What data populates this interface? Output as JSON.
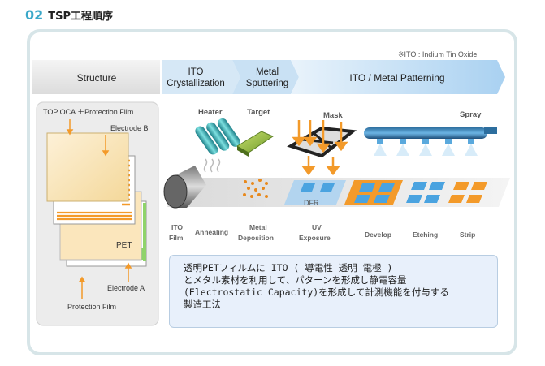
{
  "heading": {
    "number": "02",
    "title": "TSP工程順序"
  },
  "note": "※ITO : Indium Tin Oxide",
  "header_bar": {
    "structure": "Structure",
    "ito_crystallization": [
      "ITO",
      "Crystallization"
    ],
    "metal_sputtering": [
      "Metal",
      "Sputtering"
    ],
    "patterning": "ITO / Metal Patterning"
  },
  "structure_panel": {
    "top_label": "TOP OCA ＋Protection Film",
    "electrode_b": "Electrode B",
    "pet": "PET",
    "electrode_a": "Electrode A",
    "protection_film": "Protection Film"
  },
  "equipment": {
    "heater": "Heater",
    "target": "Target",
    "mask": "Mask",
    "spray": "Spray",
    "dfr": "DFR"
  },
  "steps": [
    [
      "ITO",
      "Film"
    ],
    [
      "Annealing"
    ],
    [
      "Metal",
      "Deposition"
    ],
    [
      "UV",
      "Exposure"
    ],
    [
      "Develop"
    ],
    [
      "Etching"
    ],
    [
      "Strip"
    ]
  ],
  "description": [
    "透明PETフィルムに ITO ( 導電性 透明 電極 )",
    "とメタル素材を利用して、パターンを形成し静電容量",
    "(Electrostatic Capacity)を形成して計測機能を付与する",
    "製造工法"
  ],
  "colors": {
    "accent": "#3aa8c9",
    "orange": "#f39a2a",
    "blue": "#4aa3e0"
  }
}
